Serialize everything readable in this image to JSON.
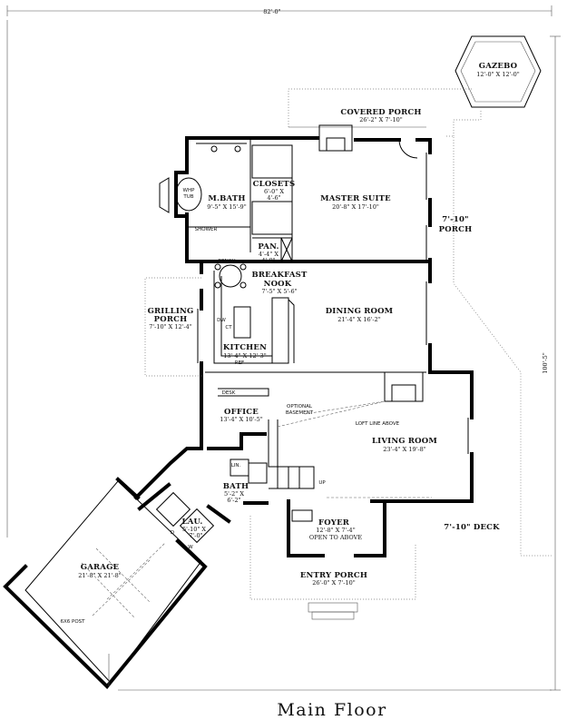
{
  "overall": {
    "width_dim": "82'-0\"",
    "depth_dim": "100'-5\""
  },
  "title": "Main Floor",
  "rooms": {
    "gazebo": {
      "name": "GAZEBO",
      "dims": "12'-0\" X 12'-0\""
    },
    "covered_porch": {
      "name": "COVERED PORCH",
      "dims": "26'-2\" X 7'-10\""
    },
    "master_suite": {
      "name": "MASTER SUITE",
      "dims": "20'-8\" X 17'-10\""
    },
    "closets": {
      "name": "CLOSETS",
      "dims1": "6'-0\" X",
      "dims2": "4'-6\""
    },
    "mbath": {
      "name": "M.BATH",
      "dims": "9'-5\" X 15'-9\""
    },
    "whp_tub": {
      "line1": "WHP",
      "line2": "TUB"
    },
    "shower": {
      "name": "SHOWER"
    },
    "pan": {
      "name": "PAN.",
      "dims1": "4'-4\" X",
      "dims2": "4'-0\""
    },
    "side_porch": {
      "dims": "7'-10\"",
      "name": "PORCH"
    },
    "bench": {
      "name": "BENCH"
    },
    "breakfast": {
      "name1": "BREAKFAST",
      "name2": "NOOK",
      "dims": "7'-5\" X 5'-6\""
    },
    "dining": {
      "name": "DINING ROOM",
      "dims": "21'-4\" X 16'-2\""
    },
    "grilling": {
      "name1": "GRILLING",
      "name2": "PORCH",
      "dims": "7'-10\" X 12'-4\""
    },
    "kitchen": {
      "name": "KITCHEN",
      "dims": "13'-4\" X 12'-3\"",
      "dw": "DW",
      "ct": "CT",
      "ref": "REF"
    },
    "desk": {
      "name": "DESK"
    },
    "office": {
      "name": "OFFICE",
      "dims": "13'-4\" X 10'-5\""
    },
    "optional_basement": {
      "line1": "OPTIONAL",
      "line2": "BASEMENT"
    },
    "loft_line": {
      "name": "LOFT LINE ABOVE"
    },
    "living": {
      "name": "LIVING ROOM",
      "dims": "23'-4\" X 19'-8\""
    },
    "lin": {
      "name": "LIN."
    },
    "bath": {
      "name": "BATH",
      "dims1": "5'-2\" X",
      "dims2": "6'-2\""
    },
    "up": {
      "name": "UP"
    },
    "lau": {
      "name": "LAU.",
      "dims1": "5'-10\" X",
      "dims2": "7'-0\"",
      "d": "D",
      "w": "W"
    },
    "foyer": {
      "name": "FOYER",
      "dims": "12'-8\" X 7'-4\"",
      "note": "OPEN TO ABOVE"
    },
    "deck": {
      "label": "7'-10\"  DECK"
    },
    "garage": {
      "name": "GARAGE",
      "dims": "21'-8\" X 21'-8\""
    },
    "post": {
      "name": "6X6 POST"
    },
    "entry_porch": {
      "name": "ENTRY PORCH",
      "dims": "26'-0\" X 7'-10\""
    }
  }
}
